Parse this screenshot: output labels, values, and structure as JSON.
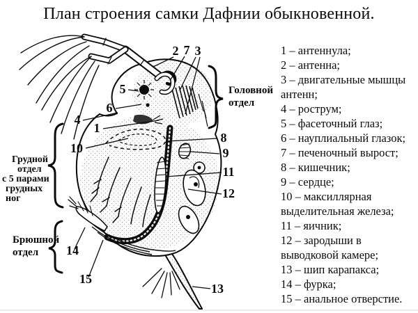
{
  "title": "План строения самки Дафнии обыкновенной.",
  "colors": {
    "background": "#ffffff",
    "ink": "#0a0a0a"
  },
  "diagram": {
    "callouts": [
      "1",
      "2",
      "3",
      "4",
      "5",
      "6",
      "7",
      "8",
      "9",
      "10",
      "11",
      "12",
      "13",
      "14",
      "15"
    ],
    "sections": {
      "head": {
        "lines": [
          "Головной",
          "отдел"
        ]
      },
      "thorax": {
        "lines": [
          "Грудной",
          "отдел",
          "с 5 парами",
          "грудных",
          "ног"
        ]
      },
      "abdomen": {
        "lines": [
          "Брюшной",
          "отдел"
        ]
      }
    }
  },
  "legend": {
    "lines": [
      "1 – антеннула;",
      "2 – антенна;",
      "3 – двигательные мышцы",
      "антенн;",
      "4 – рострум;",
      "5 – фасеточный глаз;",
      "6 – науплиальный глазок;",
      "7 – печеночный вырост;",
      "8 – кишечник;",
      "9 – сердце;",
      "10 – максиллярная",
      "выделительная железа;",
      "11 – яичник;",
      "12 – зародыши в",
      "выводковой камере;",
      "13 – шип карапакса;",
      "14 – фурка;",
      "15 – анальное отверстие."
    ]
  }
}
